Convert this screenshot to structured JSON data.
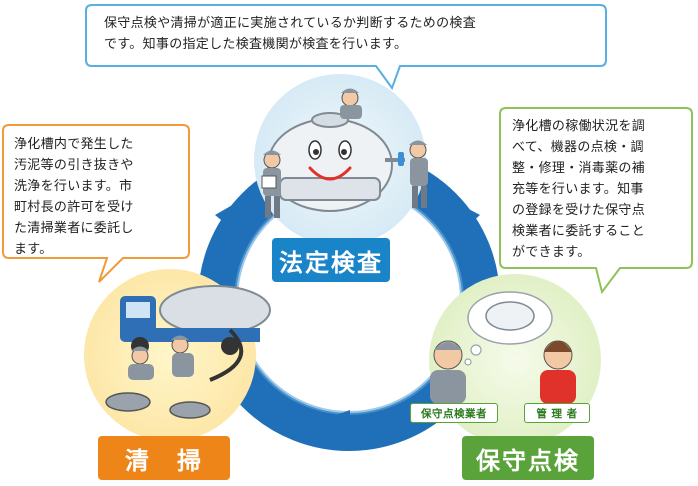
{
  "bubbles": {
    "inspection": {
      "lines": [
        "保守点検や清掃が適正に実施されているか判断するための検査",
        "です。知事の指定した検査機関が検査を行います。"
      ]
    },
    "cleaning": {
      "lines": [
        "浄化槽内で発生した",
        "汚泥等の引き抜きや",
        "洗浄を行います。市",
        "町村長の許可を受け",
        "た清掃業者に委託し",
        "ます。"
      ]
    },
    "maintenance": {
      "lines": [
        "浄化槽の稼働状況を調",
        "べて、機器の点検・調",
        "整・修理・消毒薬の補",
        "充等を行います。知事",
        "の登録を受けた保守点",
        "検業者に委託すること",
        "ができます。"
      ]
    }
  },
  "labels": {
    "inspection": "法定検査",
    "cleaning": "清　掃",
    "maintenance": "保守点検"
  },
  "tags": {
    "contractor": "保守点検業者",
    "manager": "管 理 者"
  },
  "colors": {
    "ring": "#1f70b8",
    "inspection_label": "#1a84c9",
    "cleaning_label": "#ee8519",
    "maintenance_label": "#5aa23a",
    "inspection_bubble_border": "#5aaee0",
    "cleaning_bubble_border": "#f19a3a",
    "maintenance_bubble_border": "#8dc35a"
  }
}
